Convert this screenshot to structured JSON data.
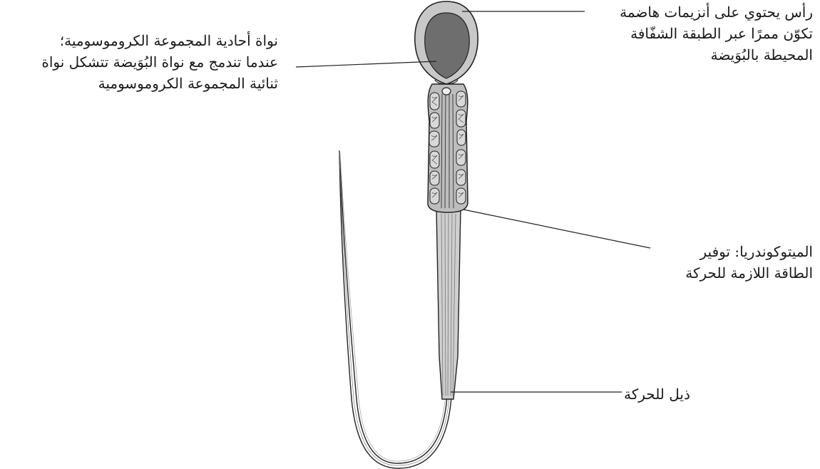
{
  "labels": {
    "head": {
      "lines": [
        "رأس يحتوي على أنزيمات هاضمة",
        "تكوّن ممرًا عبر الطبقة الشفّافة",
        "المحيطة بالبُوَيضة"
      ]
    },
    "nucleus": {
      "lines": [
        "نواة أحادية المجموعة الكروموسومية؛",
        "عندما تندمج مع نواة البُوَيضة تتشكل نواة",
        "ثنائية المجموعة الكروموسومية"
      ]
    },
    "mitochondria": {
      "lines": [
        "الميتوكوندريا: توفير",
        "الطاقة اللازمة للحركة"
      ]
    },
    "tail": {
      "lines": [
        "ذيل للحركة"
      ]
    }
  },
  "colors": {
    "head_outer": "#c8c8c8",
    "head_inner": "#6e6e6e",
    "midpiece": "#bdbdbd",
    "mitochondria": "#d4d4d4",
    "outline": "#222222",
    "leader_line": "#222222"
  }
}
